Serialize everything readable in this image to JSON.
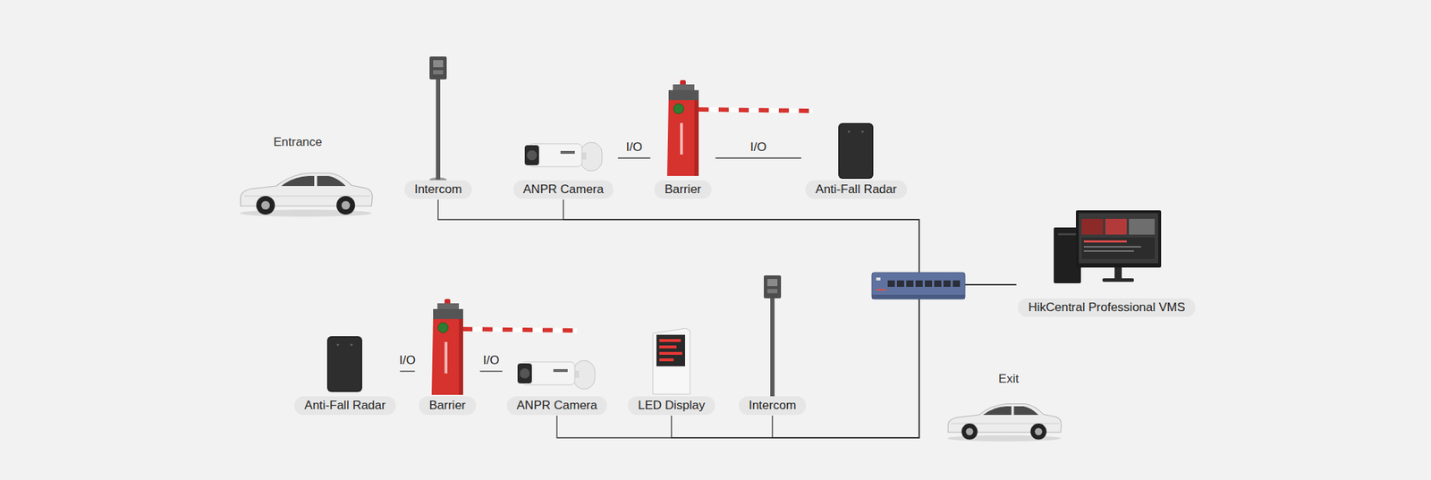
{
  "diagram": {
    "nodes": [
      {
        "text": [
          "Intercom"
        ]
      },
      {
        "text": [
          "ANPR Camera"
        ]
      },
      {
        "text": [
          "Barrier"
        ]
      },
      {
        "text": [
          "Anti-Fall Radar"
        ]
      },
      {
        "text": [
          "HikCentral Professional VMS"
        ]
      },
      {
        "text": [
          "Anti-Fall Radar"
        ]
      },
      {
        "text": [
          "Barrier"
        ]
      },
      {
        "text": [
          "ANPR Camera"
        ]
      },
      {
        "text": [
          "LED Display"
        ]
      },
      {
        "text": [
          "Intercom"
        ]
      }
    ],
    "edges": [
      {
        "from": 1,
        "to": 2,
        "label": "I/O",
        "arrow": "none"
      },
      {
        "from": 2,
        "to": 3,
        "label": "I/O",
        "arrow": "none"
      },
      {
        "from": 5,
        "to": 6,
        "label": "I/O",
        "arrow": "none"
      },
      {
        "from": 6,
        "to": 7,
        "label": "I/O",
        "arrow": "none"
      },
      {
        "from": 0,
        "to": 4,
        "arrow": "none"
      },
      {
        "from": 1,
        "to": 4,
        "arrow": "none"
      },
      {
        "from": 7,
        "to": 4,
        "arrow": "none"
      },
      {
        "from": 8,
        "to": 4,
        "arrow": "none"
      },
      {
        "from": 9,
        "to": 4,
        "arrow": "none"
      }
    ],
    "labels": [
      "Entrance",
      "Exit"
    ]
  }
}
